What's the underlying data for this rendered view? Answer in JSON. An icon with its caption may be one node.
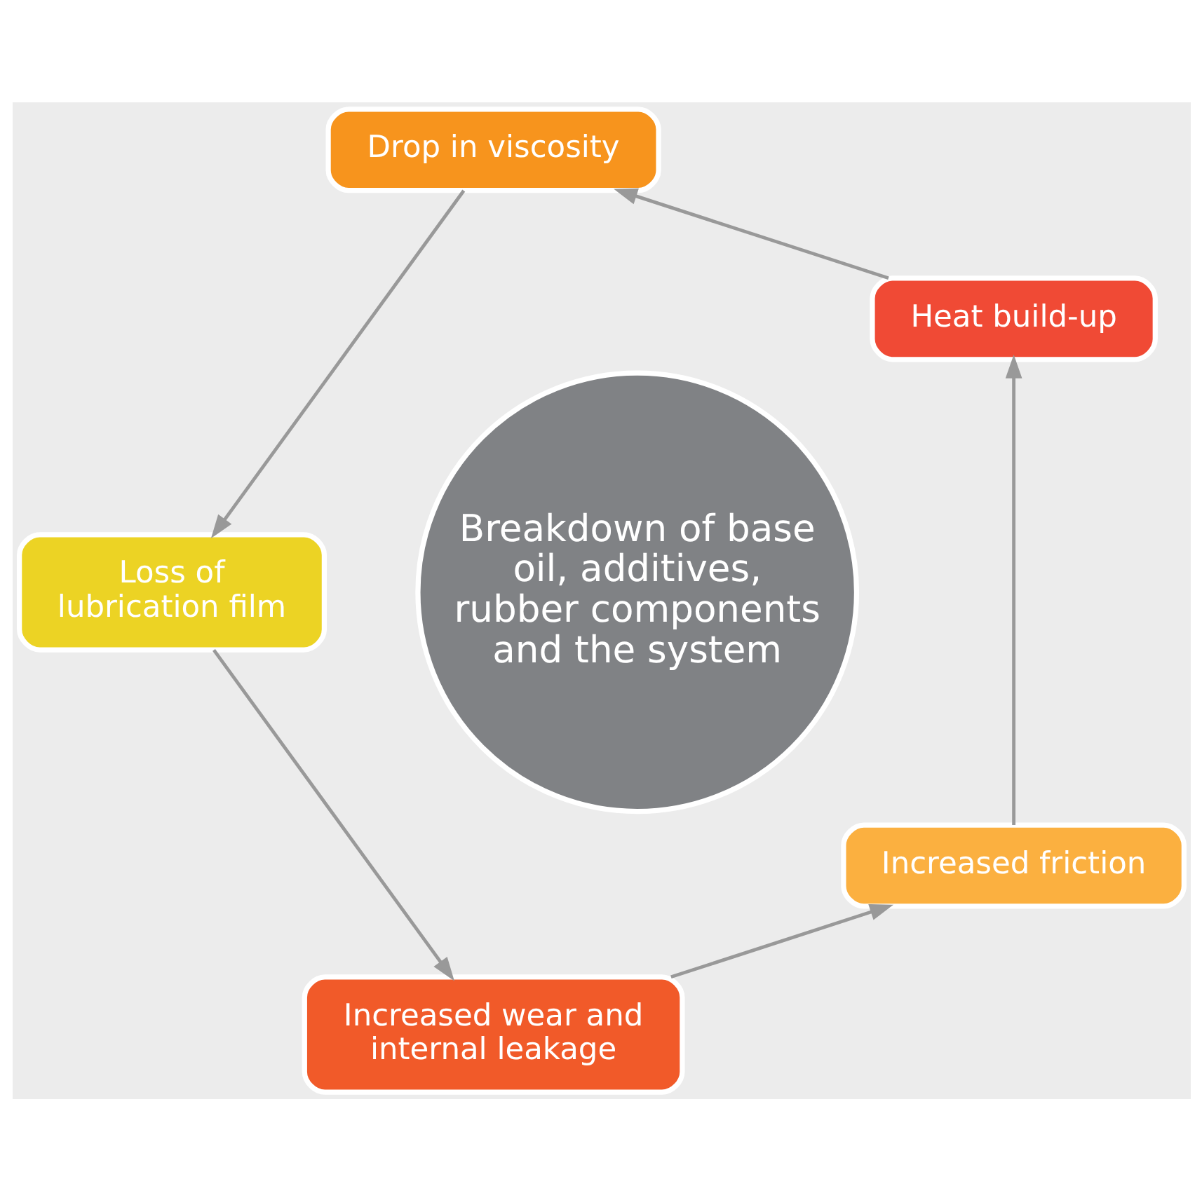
{
  "diagram": {
    "nodes": [
      {
        "text": [
          "Breakdown of base oil, additives, rubber components and the system"
        ]
      },
      {
        "text": [
          "Heat build-up"
        ]
      },
      {
        "text": [
          "Drop in viscosity"
        ]
      },
      {
        "text": [
          "Loss of lubrication film"
        ]
      },
      {
        "text": [
          "Increased wear and internal leakage"
        ]
      },
      {
        "text": [
          "Increased friction"
        ]
      }
    ],
    "edges": [
      {
        "from": 1,
        "to": 2,
        "arrow": "to"
      },
      {
        "from": 2,
        "to": 3,
        "arrow": "to"
      },
      {
        "from": 3,
        "to": 4,
        "arrow": "to"
      },
      {
        "from": 4,
        "to": 5,
        "arrow": "to"
      },
      {
        "from": 5,
        "to": 1,
        "arrow": "to"
      }
    ]
  }
}
